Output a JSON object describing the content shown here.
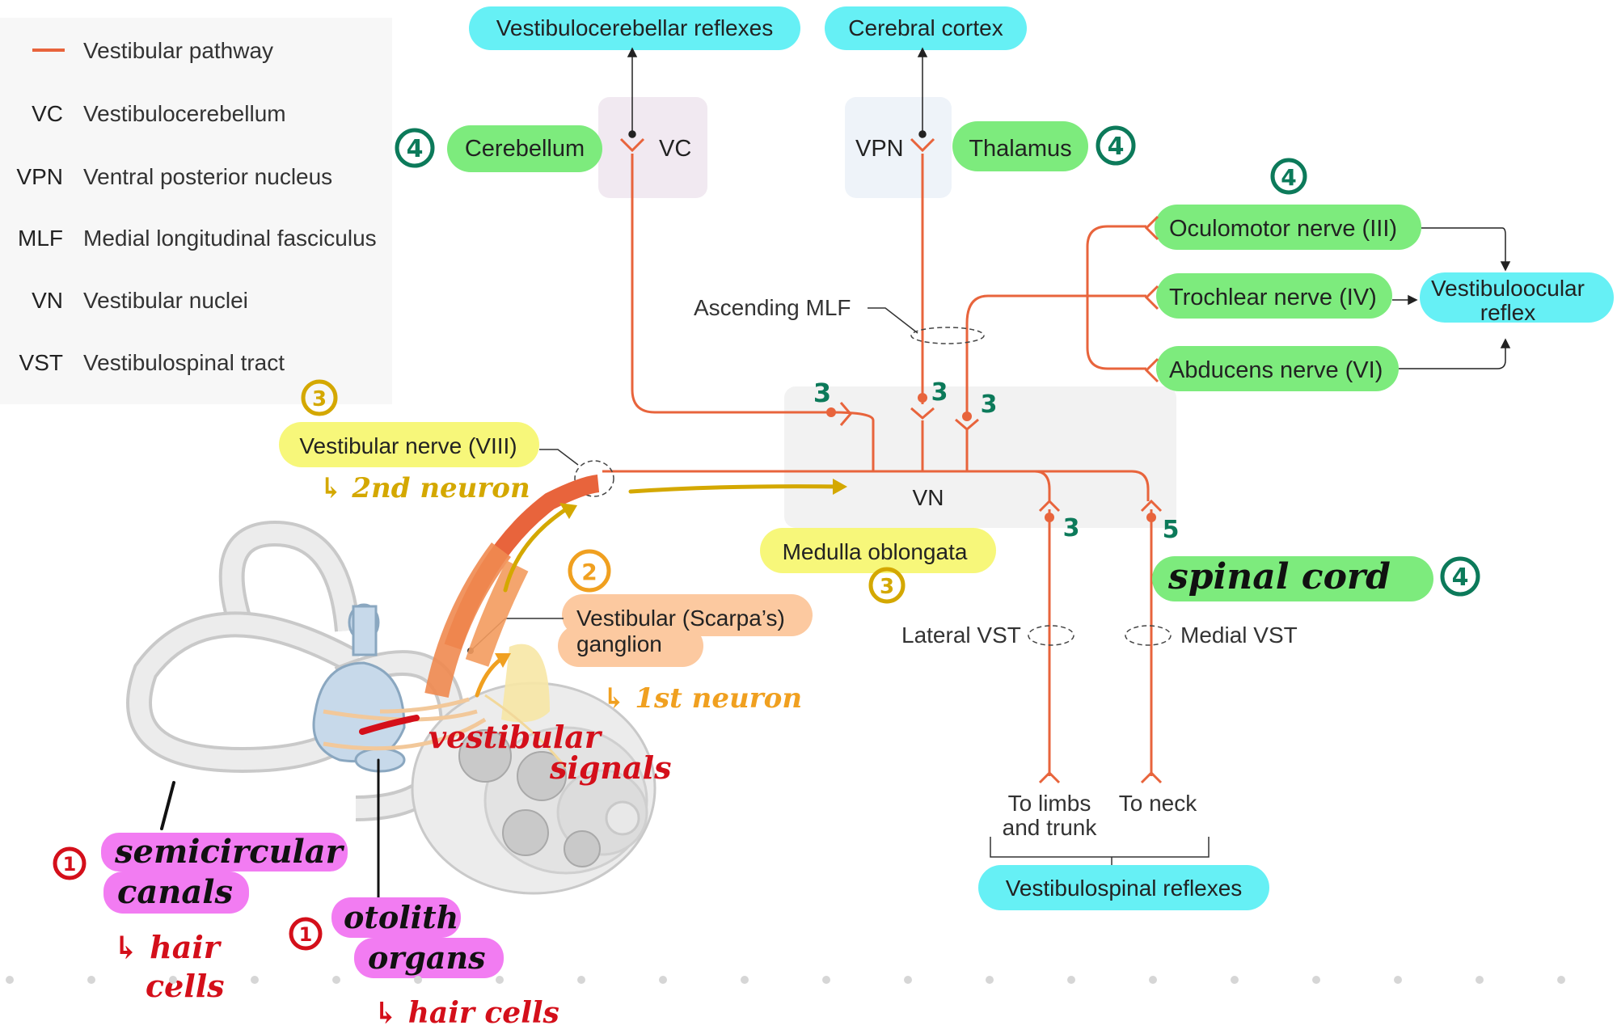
{
  "legend": {
    "items": [
      {
        "abbr": "",
        "text": "Vestibular pathway"
      },
      {
        "abbr": "VC",
        "text": "Vestibulocerebellum"
      },
      {
        "abbr": "VPN",
        "text": "Ventral posterior nucleus"
      },
      {
        "abbr": "MLF",
        "text": "Medial longitudinal fasciculus"
      },
      {
        "abbr": "VN",
        "text": "Vestibular nuclei"
      },
      {
        "abbr": "VST",
        "text": "Vestibulospinal tract"
      }
    ]
  },
  "targets": {
    "vestibulocerebellar": "Vestibulocerebellar reflexes",
    "cortex": "Cerebral cortex",
    "vestibuloocular_1": "Vestibuloocular",
    "vestibuloocular_2": "reflex",
    "vestibulospinal": "Vestibulospinal reflexes"
  },
  "structures": {
    "cerebellum": "Cerebellum",
    "vc": "VC",
    "vpn": "VPN",
    "thalamus": "Thalamus",
    "oculomotor": "Oculomotor nerve (III)",
    "trochlear": "Trochlear nerve (IV)",
    "abducens": "Abducens nerve (VI)",
    "ascending_mlf": "Ascending MLF",
    "vn": "VN",
    "vestibular_nerve": "Vestibular nerve (VIII)",
    "medulla": "Medulla oblongata",
    "ganglion_1": "Vestibular (Scarpa’s)",
    "ganglion_2": "ganglion",
    "lateral_vst": "Lateral VST",
    "medial_vst": "Medial VST",
    "limbs_1": "To limbs",
    "limbs_2": "and trunk",
    "neck": "To neck"
  },
  "annotations": {
    "second_neuron": "↳ 2nd neuron",
    "first_neuron": "↳ 1st neuron",
    "vestibular_signals_1": "vestibular",
    "vestibular_signals_2": "signals",
    "spinal_cord": "spinal cord",
    "semicircular_1": "semicircular",
    "semicircular_2": "canals",
    "hair_cells_1": "↳ hair",
    "hair_cells_2": "cells",
    "otolith_1": "otolith",
    "otolith_2": "organs",
    "hair_cells_3": "↳ hair cells",
    "num_1": "1",
    "num_2": "2",
    "num_3": "3",
    "num_4": "4",
    "num_5": "5"
  },
  "colors": {
    "pathway": "#e8643c",
    "green": "#7deb7d",
    "cyan": "#66f0f5",
    "yellow": "#f7f77a",
    "peach": "#fcc9a0",
    "magenta": "#f27cf2",
    "ink_red": "#d40f1a",
    "ink_teal": "#0c7a5a",
    "ink_gold": "#d4a800",
    "ink_orange": "#f0a020"
  }
}
